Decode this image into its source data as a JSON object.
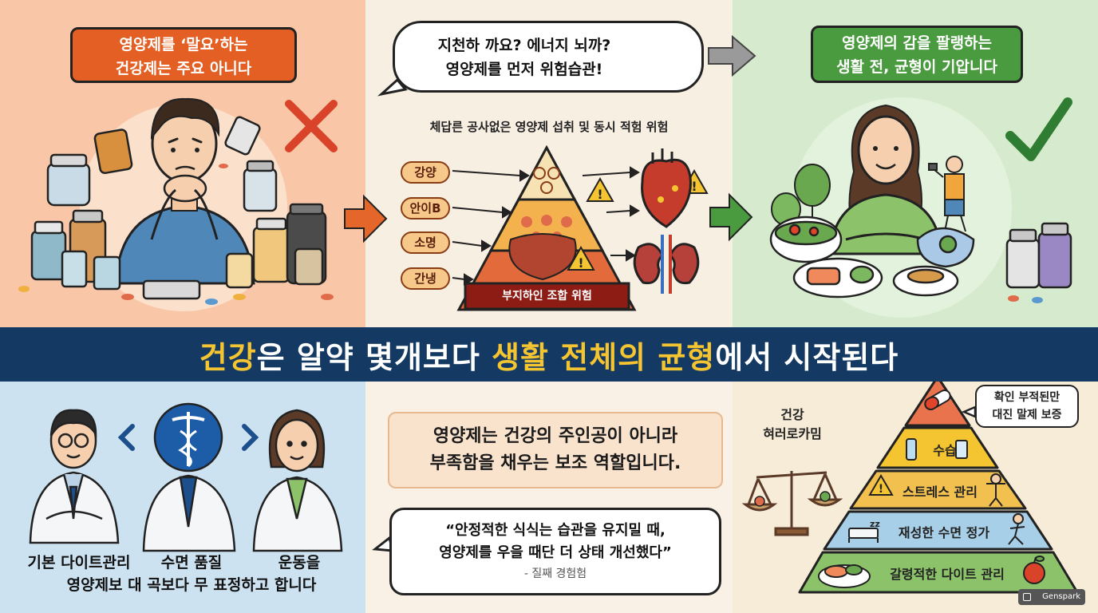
{
  "top_left": {
    "callout": [
      "영양제를 ‘말요’하는",
      "건강제는 주요 아니다"
    ]
  },
  "top_center": {
    "speech": [
      "지천하 까요? 에너지 뇌까?",
      "영양제를 먼저 위험습관!"
    ],
    "heading": "체답른 공사없은 영양제 섭취 및 동시 적험 위험",
    "labels": [
      "강양",
      "안이B",
      "소명",
      "간냉"
    ],
    "pyramid_base": "부지하인 조합 위험"
  },
  "top_right": {
    "callout": [
      "영양제의 감을 팔랭하는",
      "생활 전, 균형이 기압니다"
    ]
  },
  "banner": {
    "part1": "건강",
    "part2": "은 알약 몇개보다 ",
    "part3": "생활 전체의 균형",
    "part4": "에서 시작된다"
  },
  "bottom_left": {
    "caption_line1": [
      "기본 다이트관리",
      "수면 품질",
      "운동을"
    ],
    "caption_line2": "영양제보 대 곡보다 무 표정하고 합니다"
  },
  "bottom_center": {
    "message": [
      "영양제는 건강의 주인공이 아니라",
      "부족함을 채우는 보조 역할입니다."
    ],
    "quote": [
      "“안정적한 식식는 습관을 유지밀 때,",
      "영양제를 우을 때단 더 상태 개선했다”"
    ],
    "quote_source": "- 질째 경험험"
  },
  "bottom_right": {
    "title": [
      "건강",
      "혀러로카밈"
    ],
    "bubble": [
      "확인 부적된만",
      "대진 말제 보증"
    ],
    "tiers": [
      "수습",
      "스트레스 관리",
      "재성한 수면 정가",
      "갈령적한 다이트 관리"
    ]
  },
  "watermark": "Genspark",
  "colors": {
    "orange_callout": "#e35f24",
    "green_callout": "#4a9a3f",
    "navy_banner": "#143a63",
    "banner_highlight": "#f5c531",
    "cross_red": "#d8432a",
    "check_green": "#2f7d32"
  }
}
